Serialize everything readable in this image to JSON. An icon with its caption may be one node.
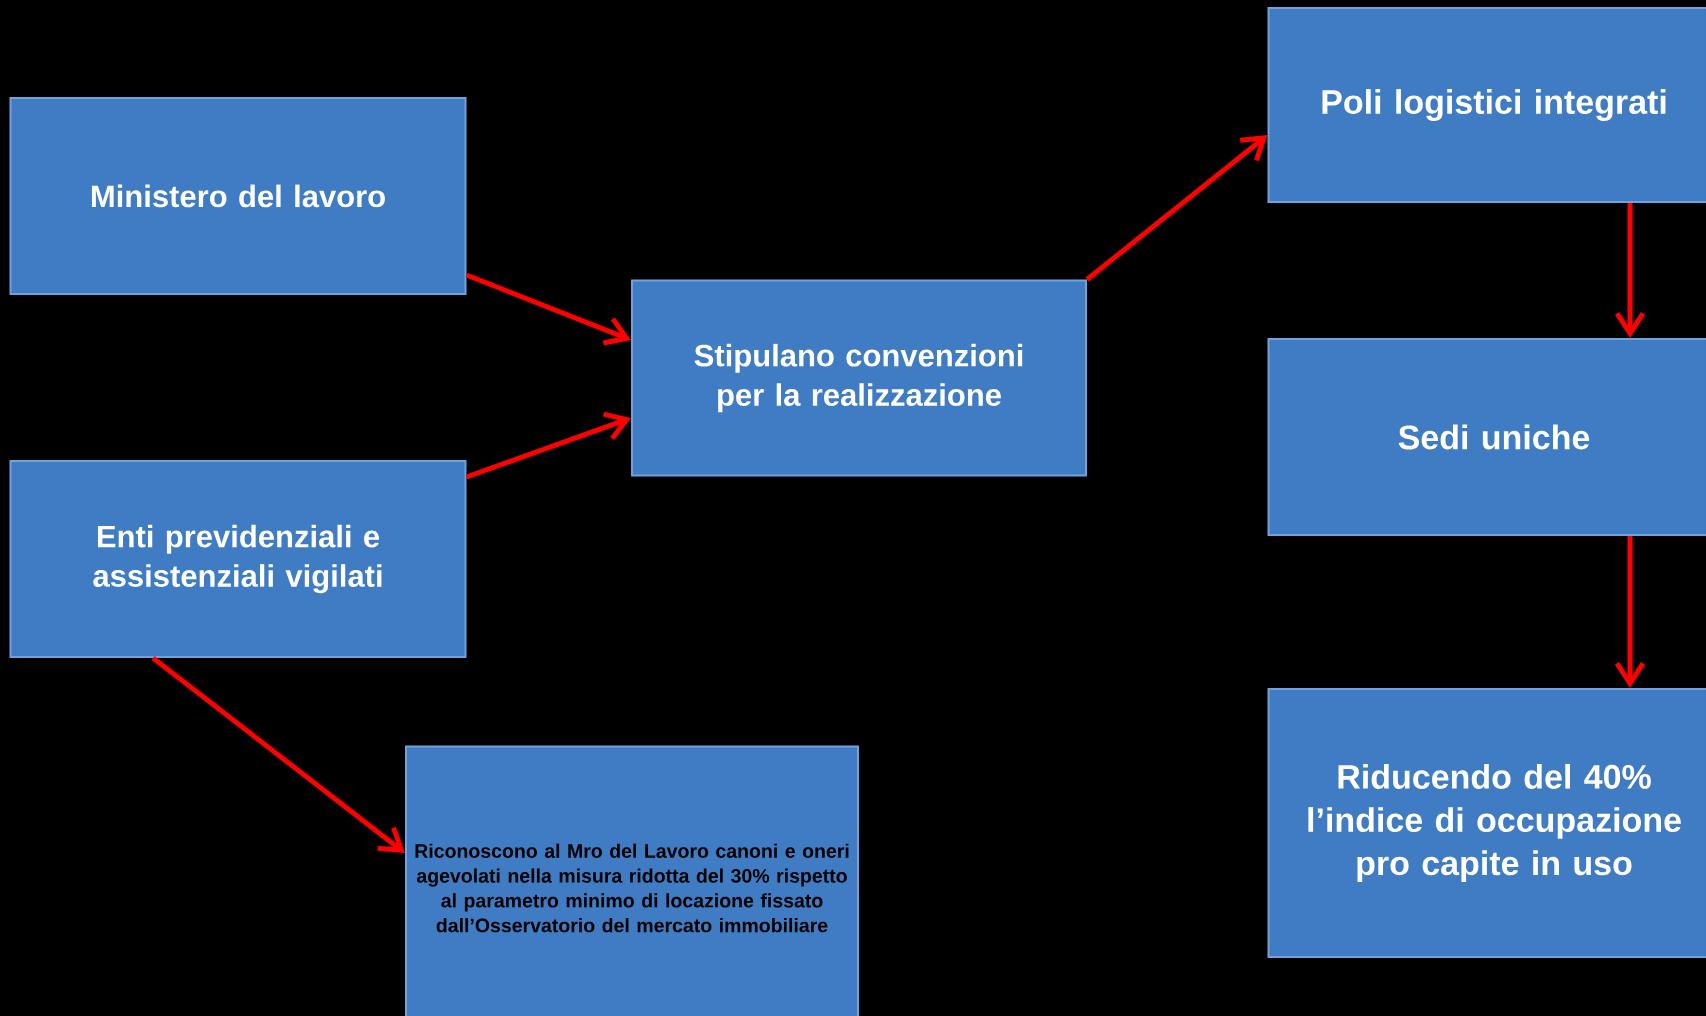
{
  "diagram": {
    "nodes": [
      {
        "text": [
          "Ministero del lavoro"
        ]
      },
      {
        "text": [
          "Enti previdenziali e assistenziali vigilati"
        ]
      },
      {
        "text": [
          "Stipulano convenzioni per la realizzazione"
        ]
      },
      {
        "text": [
          "Riconoscono al Mro del Lavoro canoni  e oneri agevolati  nella misura ridotta del 30% rispetto al parametro minimo di locazione fissato dall’Osservatorio del mercato immobiliare"
        ]
      },
      {
        "text": [
          "Poli logistici integrati"
        ]
      },
      {
        "text": [
          "Sedi uniche"
        ]
      },
      {
        "text": [
          "Riducendo del 40% l’indice di occupazione pro capite in uso"
        ]
      }
    ],
    "edges": [
      {
        "from": 0,
        "to": 2,
        "arrow": "to"
      },
      {
        "from": 1,
        "to": 2,
        "arrow": "to"
      },
      {
        "from": 2,
        "to": 4,
        "arrow": "to"
      },
      {
        "from": 4,
        "to": 5,
        "arrow": "to"
      },
      {
        "from": 5,
        "to": 6,
        "arrow": "to"
      },
      {
        "from": 1,
        "to": 3,
        "arrow": "to"
      }
    ]
  }
}
